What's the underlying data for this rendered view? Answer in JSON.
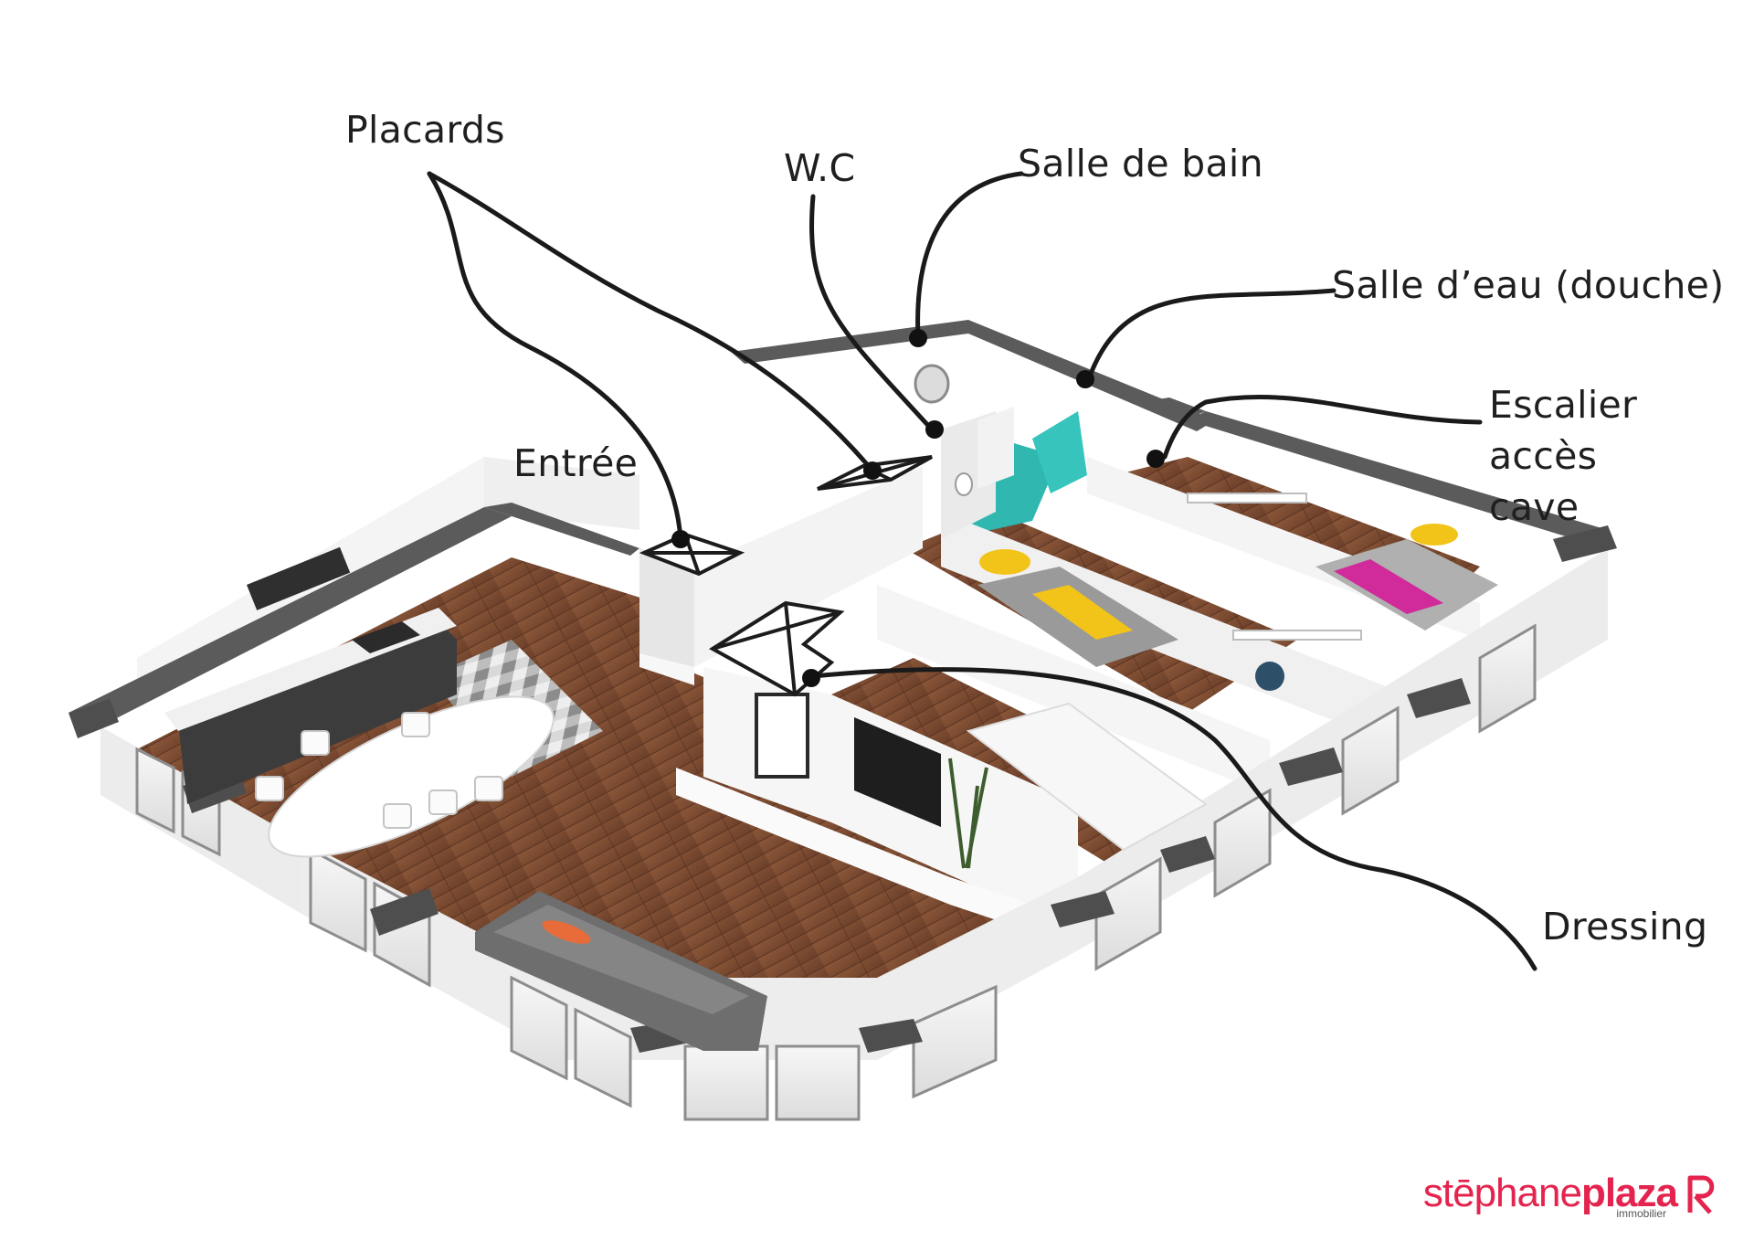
{
  "labels": {
    "placards": "Placards",
    "wc": "W.C",
    "salle_de_bain": "Salle de bain",
    "salle_d_eau": "Salle d’eau (douche)",
    "escalier": "Escalier accès\ncave",
    "entree": "Entrée",
    "dressing": "Dressing"
  },
  "logo": {
    "brand_light": "stēphane",
    "brand_bold": "plaza",
    "tagline": "immobilier"
  },
  "colors": {
    "floor_wood": "#7a4a32",
    "wall_white": "#f2f2f2",
    "wall_top": "#555555",
    "bathroom_teal": "#2fb7b0",
    "accent_yellow": "#f2c318",
    "accent_pink": "#d12a9a",
    "brand": "#e4244e"
  }
}
